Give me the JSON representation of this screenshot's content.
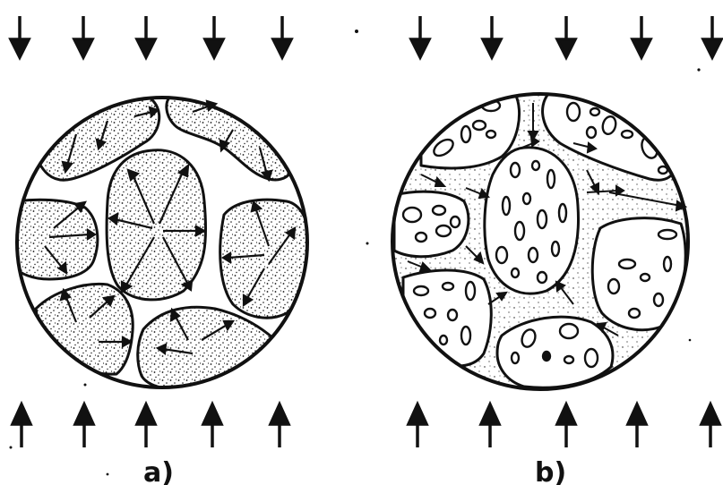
{
  "panels": [
    {
      "id": "a",
      "label": "a)"
    },
    {
      "id": "b",
      "label": "b)"
    }
  ],
  "colors": {
    "ink": "#111111",
    "paper": "#ffffff"
  },
  "icons": [
    "arrow-down-icon",
    "arrow-up-icon"
  ]
}
